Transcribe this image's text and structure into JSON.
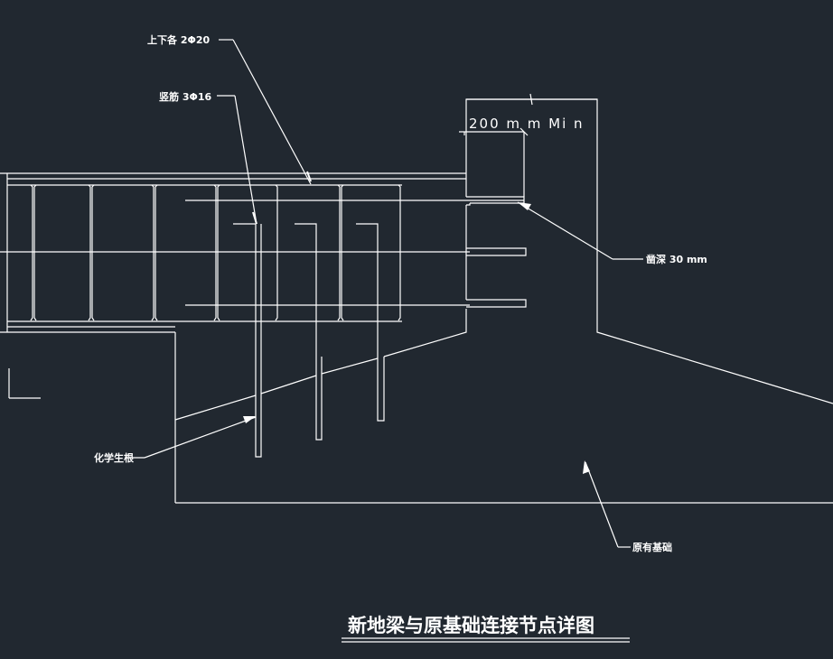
{
  "drawing": {
    "colors": {
      "background": "#212830",
      "line": "#ffffff"
    },
    "labels": {
      "top_bottom_bars": "上下各 2Φ20",
      "vertical_bars": "竖筋 3Φ16",
      "anchor_depth": "200 m m Mi n",
      "chiseled_groove": "凿深 30 mm",
      "chemical_anchor": "化学生根",
      "existing_foundation": "原有基础"
    },
    "title": "新地梁与原基础连接节点详图"
  }
}
